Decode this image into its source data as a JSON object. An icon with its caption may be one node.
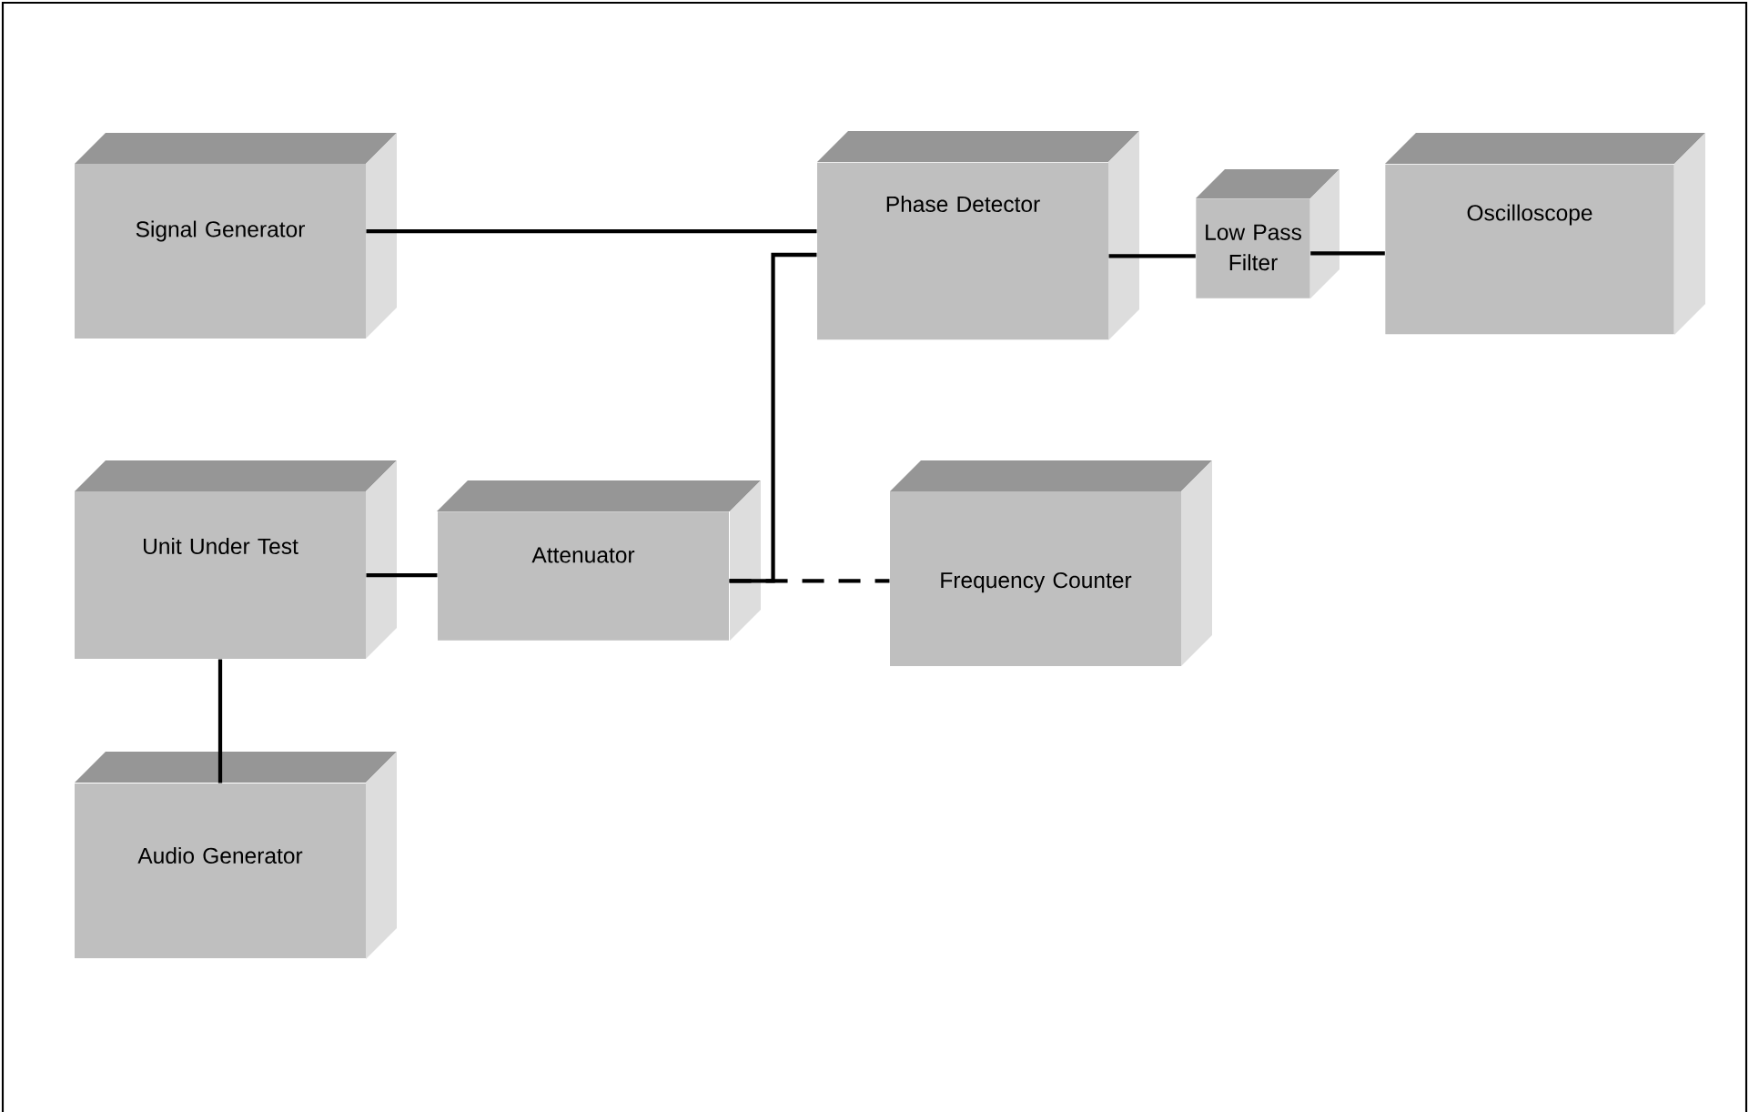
{
  "diagram": {
    "nodes": [
      {
        "text": [
          "Signal Generator"
        ]
      },
      {
        "text": [
          "Phase Detector"
        ]
      },
      {
        "text": [
          "Low Pass Filter"
        ]
      },
      {
        "text": [
          "Oscilloscope"
        ]
      },
      {
        "text": [
          "Unit Under Test"
        ]
      },
      {
        "text": [
          "Attenuator"
        ]
      },
      {
        "text": [
          "Frequency Counter"
        ]
      },
      {
        "text": [
          "Audio Generator"
        ]
      }
    ],
    "edges": [
      {
        "from": 0,
        "to": 1,
        "arrow": "none"
      },
      {
        "from": 5,
        "to": 1,
        "arrow": "none"
      },
      {
        "from": 1,
        "to": 2,
        "arrow": "none"
      },
      {
        "from": 2,
        "to": 3,
        "arrow": "none"
      },
      {
        "from": 4,
        "to": 5,
        "arrow": "none"
      },
      {
        "from": 4,
        "to": 7,
        "arrow": "none"
      },
      {
        "from": 5,
        "to": 6,
        "arrow": "none",
        "style": "dashed"
      }
    ]
  }
}
